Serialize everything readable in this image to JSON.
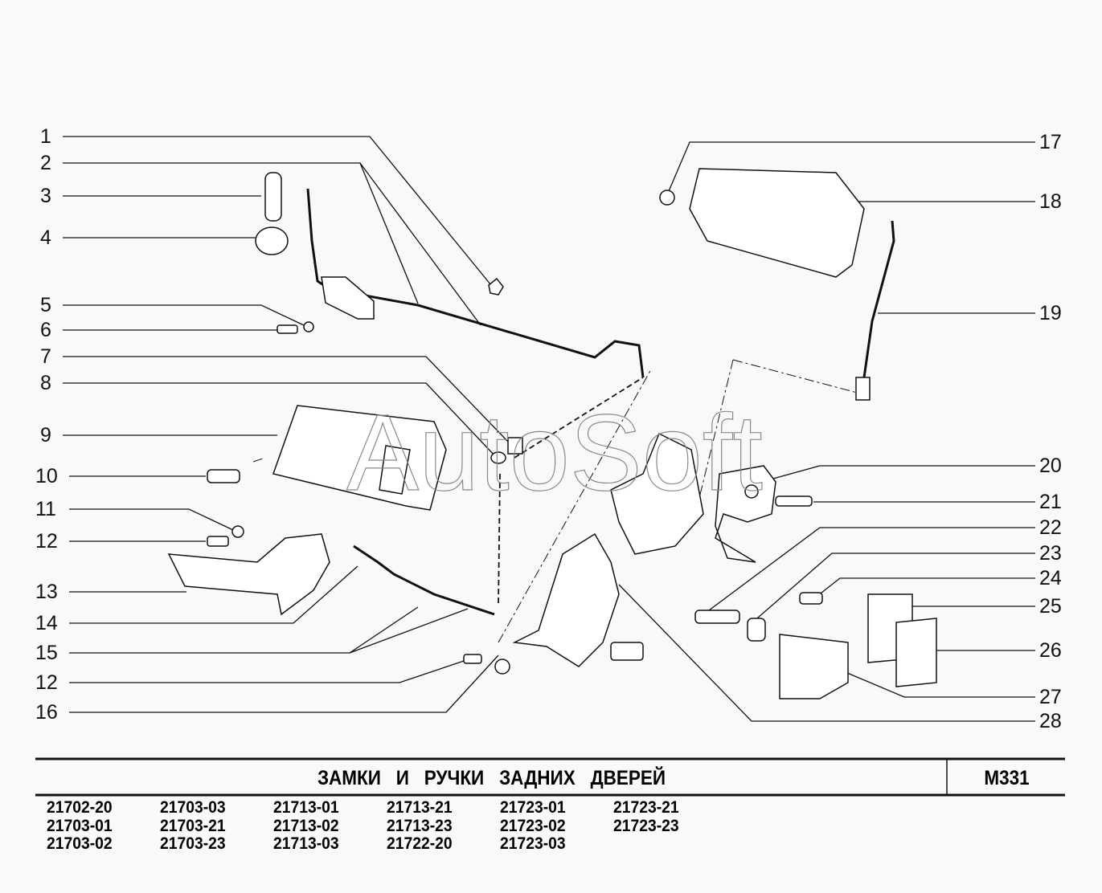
{
  "left_callouts": [
    "1",
    "2",
    "3",
    "4",
    "5",
    "6",
    "7",
    "8",
    "9",
    "10",
    "11",
    "12",
    "13",
    "14",
    "15",
    "12",
    "16"
  ],
  "right_callouts": [
    "17",
    "18",
    "19",
    "20",
    "21",
    "22",
    "23",
    "24",
    "25",
    "26",
    "27",
    "28"
  ],
  "watermark": "AutoSoft",
  "footer": {
    "title": "ЗАМКИ И РУЧКИ ЗАДНИХ ДВЕРЕЙ",
    "code": "М331",
    "models": [
      "21702-20",
      "21703-03",
      "21713-01",
      "21713-21",
      "21723-01",
      "21723-21",
      "21703-01",
      "21703-21",
      "21713-02",
      "21713-23",
      "21723-02",
      "21723-23",
      "21703-02",
      "21703-23",
      "21713-03",
      "21722-20",
      "21723-03"
    ]
  }
}
